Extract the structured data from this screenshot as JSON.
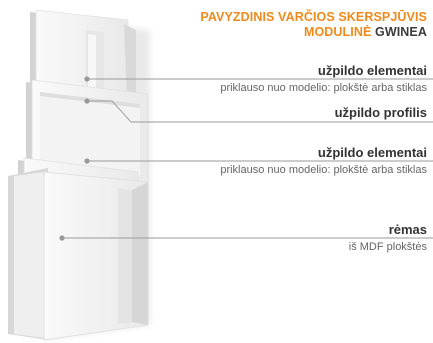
{
  "heading": {
    "line1": "PAVYZDINIS VARČIOS SKERSPJŪVIS",
    "line2_prefix": "MODULINĖ",
    "line2_brand": "GWINEA"
  },
  "callouts": [
    {
      "label": "užpildo elementai",
      "sub": "priklauso nuo modelio: plokštė arba stiklas"
    },
    {
      "label": "užpildo profilis",
      "sub": ""
    },
    {
      "label": "užpildo elementai",
      "sub": "priklauso nuo modelio: plokštė arba stiklas"
    },
    {
      "label": "rėmas",
      "sub": "iš MDF plokštės"
    }
  ],
  "colors": {
    "accent": "#f08a1c",
    "brand": "#3b3b3b",
    "leader": "#9a9a9a"
  }
}
